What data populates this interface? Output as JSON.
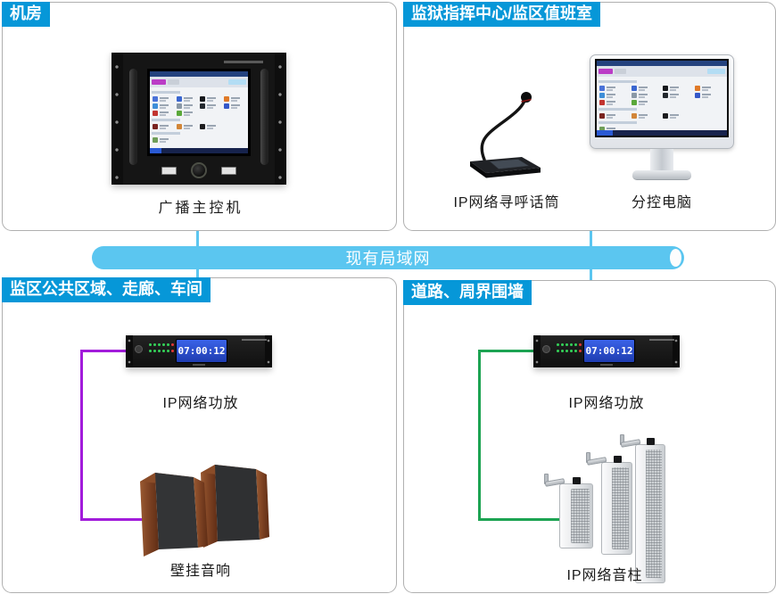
{
  "colors": {
    "header_bg": "#0697d8",
    "lan_bar": "#5bc6f0",
    "connector_purple": "#a21cdb",
    "connector_green": "#1ca352",
    "panel_border": "#b0b0b0"
  },
  "panels": {
    "machine_room": {
      "title": "机房",
      "device_label": "广播主控机"
    },
    "command_center": {
      "title": "监狱指挥中心/监区值班室",
      "mic_label": "IP网络寻呼话筒",
      "pc_label": "分控电脑"
    },
    "public_area": {
      "title": "监区公共区域、走廊、车间",
      "amp_label": "IP网络功放",
      "speaker_label": "壁挂音响"
    },
    "perimeter": {
      "title": "道路、周界围墙",
      "amp_label": "IP网络功放",
      "column_label": "IP网络音柱"
    }
  },
  "network_bar": {
    "label": "现有局域网"
  },
  "amp": {
    "display_time": "07:00:12",
    "leds": [
      "#34d258",
      "#34d258",
      "#34d258",
      "#34d258",
      "#34d258",
      "#e23636"
    ]
  },
  "screen": {
    "groups": [
      {
        "tiles": [
          [
            "#4a72d8",
            "#3a66d0",
            "#16181c",
            "#e07a28"
          ],
          [
            "#3e8ed8",
            "#8a98a6",
            "#23282e",
            "#3558c8"
          ],
          [
            "#c23430",
            "#5aa83a"
          ]
        ]
      },
      {
        "tiles": [
          [
            "#7a2420",
            "#d28638",
            "#1c1c1e"
          ]
        ]
      },
      {
        "tiles": [
          [
            "#6f9e58"
          ]
        ]
      }
    ]
  }
}
